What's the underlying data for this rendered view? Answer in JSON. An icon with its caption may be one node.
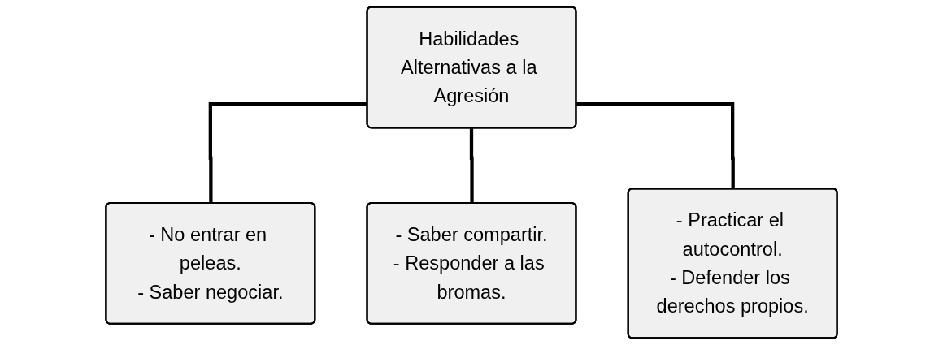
{
  "diagram": {
    "nodes": [
      {
        "text": [
          "Habilidades Alternativas a la Agresión"
        ]
      },
      {
        "text": [
          "- No entrar en peleas.",
          "- Saber negociar."
        ]
      },
      {
        "text": [
          "- Saber compartir.",
          "- Responder a las bromas."
        ]
      },
      {
        "text": [
          "- Practicar el autocontrol.",
          "- Defender los derechos propios."
        ]
      }
    ],
    "edges": [
      {
        "from": 0,
        "to": 1,
        "arrow": "none"
      },
      {
        "from": 0,
        "to": 2,
        "arrow": "none"
      },
      {
        "from": 0,
        "to": 3,
        "arrow": "none"
      }
    ]
  }
}
